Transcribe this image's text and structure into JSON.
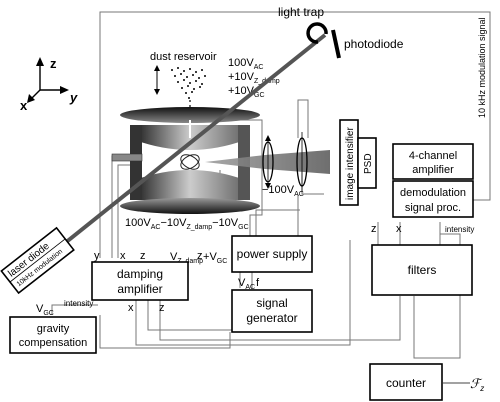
{
  "axes": {
    "z": "z",
    "x": "x",
    "y": "y"
  },
  "labels": {
    "light_trap": "light trap",
    "photodiode": "photodiode",
    "modulation_signal": "10 kHz modulation signal",
    "dust_reservoir": "dust reservoir",
    "top_voltage_1": "100V",
    "top_voltage_1_sub": "AC",
    "top_voltage_2": "+10V",
    "top_voltage_2_sub": "Z_damp",
    "top_voltage_3": "+10V",
    "top_voltage_3_sub": "GC",
    "minus_100": "−100V",
    "minus_100_sub": "AC",
    "bottom_v1": "100V",
    "bottom_v1_sub": "AC",
    "bottom_v2": "−10V",
    "bottom_v2_sub": "Z_damp",
    "bottom_v3": "−10V",
    "bottom_v3_sub": "GC",
    "image_intensifier": "image intensifier",
    "psd": "PSD",
    "laser_diode": "laser diode",
    "laser_mod": "10kHz modulation",
    "vz_damp": "V",
    "vz_damp_sub": "Z_damp",
    "vz_plus": "+V",
    "vz_plus_sub": "GC",
    "vac": "V",
    "vac_sub": "AC",
    "f": "f",
    "vgc": "V",
    "vgc_sub": "GC",
    "intensity_left": "intensity",
    "intensity_right": "intensity",
    "port_y": "y",
    "port_x_damp_top": "x",
    "port_z_damp_top": "z",
    "port_z_center": "z",
    "port_x_bottom": "x",
    "port_z_bottom": "z",
    "port_z_filters": "z",
    "port_x_filters": "x",
    "output_symbol": "ℱ",
    "output_symbol_sub": "z"
  },
  "boxes": {
    "four_channel": "4-channel",
    "four_channel_2": "amplifier",
    "demod": "demodulation",
    "demod_2": "signal proc.",
    "power_supply": "power supply",
    "filters": "filters",
    "damping": "damping",
    "damping_2": "amplifier",
    "signal_gen": "signal",
    "signal_gen_2": "generator",
    "gravity": "gravity",
    "gravity_2": "compensation",
    "counter": "counter"
  }
}
